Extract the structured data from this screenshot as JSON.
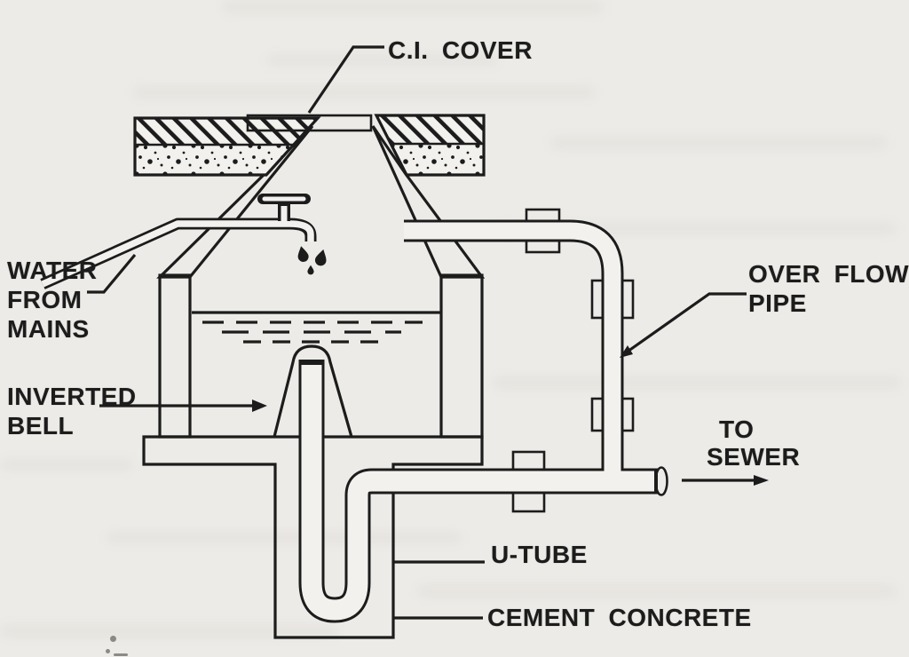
{
  "colors": {
    "paper": "#edebe7",
    "paperfill": "#f2f1ee",
    "ink": "#1c1c1c"
  },
  "labels": {
    "cover": "C.I. COVER",
    "water_from_mains": [
      "WATER",
      "FROM",
      "MAINS"
    ],
    "inverted_bell": [
      "INVERTED",
      "BELL"
    ],
    "overflow_pipe": [
      "OVER FLOW",
      "PIPE"
    ],
    "to_sewer": [
      "TO",
      "SEWER"
    ],
    "u_tube": "U-TUBE",
    "cement_concrete": "CEMENT CONCRETE"
  }
}
